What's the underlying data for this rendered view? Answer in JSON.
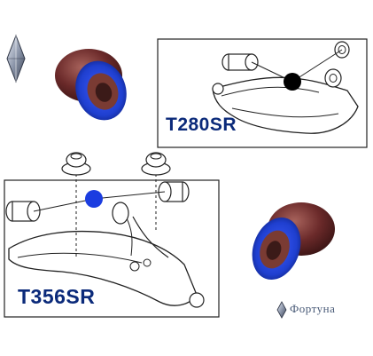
{
  "products": {
    "upper": {
      "part_number": "T280SR"
    },
    "lower": {
      "part_number": "T356SR"
    }
  },
  "brand": {
    "name": "Фортуна",
    "logo_icon": "diamond-logo-icon"
  },
  "colors": {
    "bushing_polyurethane": "#1f3fcf",
    "bushing_rubber": "#6b2a2a",
    "label_text": "#0b2a7a",
    "marker_black": "#000000",
    "marker_blue": "#1b3de0"
  }
}
